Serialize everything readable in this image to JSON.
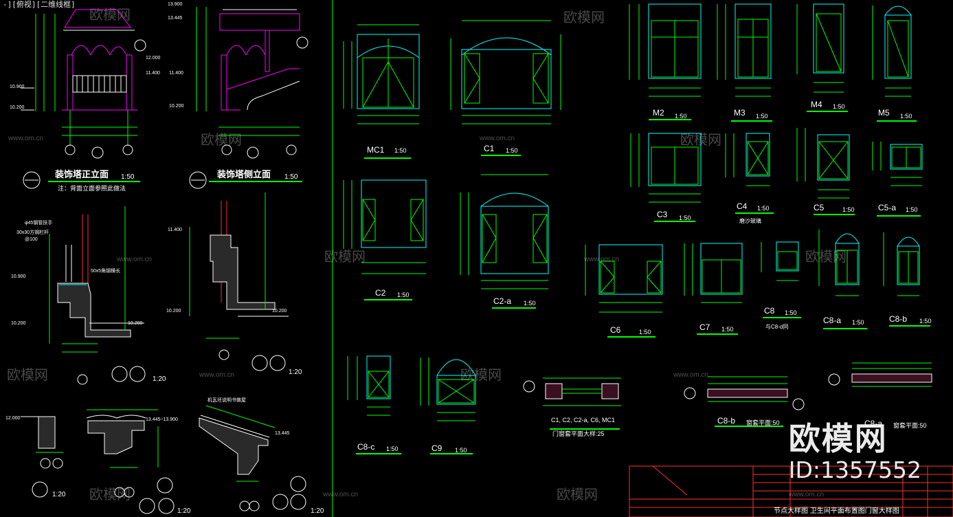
{
  "tab": {
    "label": "-][俯视][二维线框]"
  },
  "titles": {
    "t1": "装饰塔正立面",
    "t1_scale": "1:50",
    "t1_note": "注：背面立面参照此做法",
    "t2": "装饰塔侧立面",
    "t2_scale": "1:50",
    "d3_scale": "1:20",
    "d4_scale": "1:20",
    "d5_scale": "1:20",
    "d6_scale": "1:20",
    "d7_scale": "1:20",
    "mc1": "MC1",
    "mc1_scale": "1:50",
    "c1": "C1",
    "c1_scale": "1:50",
    "c2": "C2",
    "c2_scale": "1:50",
    "c2a": "C2-a",
    "c2a_scale": "1:50",
    "c6": "C6",
    "c6_scale": "1:50",
    "c7": "C7",
    "c7_scale": "1:50",
    "c8": "C8",
    "c8_scale": "1:50",
    "c8_note": "与C8-d同",
    "c8a": "C8-a",
    "c8a_scale": "1:50",
    "c8b": "C8-b",
    "c8b_scale": "1:50",
    "m2": "M2",
    "m2_scale": "1:50",
    "m3": "M3",
    "m3_scale": "1:50",
    "m4": "M4",
    "m4_scale": "1:50",
    "m5": "M5",
    "m5_scale": "1:50",
    "c3": "C3",
    "c3_scale": "1:50",
    "c4": "C4",
    "c4_scale": "1:50",
    "c4_note": "磨沙玻璃",
    "c5": "C5",
    "c5_scale": "1:50",
    "c5a": "C5-a",
    "c5a_scale": "1:50",
    "c8c": "C8-c",
    "c8c_scale": "1:50",
    "c9": "C9",
    "c9_scale": "1:50",
    "sect_c": "C1, C2, C2-a, C6, MC1",
    "sect_c_title": "门窗套平面大样:25",
    "sect_c8b": "C8-b",
    "sect_c8b_title": "窗套平面:50",
    "sect_c8a": "C8-a",
    "sect_c8a_title": "窗套平面:50"
  },
  "labels": {
    "l_rail": "φ45钢管扶手",
    "l_post": "30x30方钢栏杆",
    "l_spacing": "@100",
    "l_angle": "50x5角钢横长",
    "l_tile": "机瓦坯说明书做屋",
    "e12000": "12.000",
    "e11400": "11.400",
    "e10900": "10.900",
    "e10200": "10.200",
    "e13445": "13.445",
    "e13900": "13.900",
    "e13445_13900": "13.445~13.900"
  },
  "title_block": {
    "drawing_name": "节点大样图 卫生间平面布置图门窗大样图"
  },
  "watermark": {
    "brand": "欧模网",
    "id_text": "ID:1357552",
    "site": "www.om.cn"
  },
  "colors": {
    "background": "#000000",
    "green": "#00ff00",
    "cyan": "#00ffff",
    "white": "#ffffff",
    "magenta": "#ff00ff",
    "red": "#ff3030",
    "yellow": "#ffff00"
  }
}
